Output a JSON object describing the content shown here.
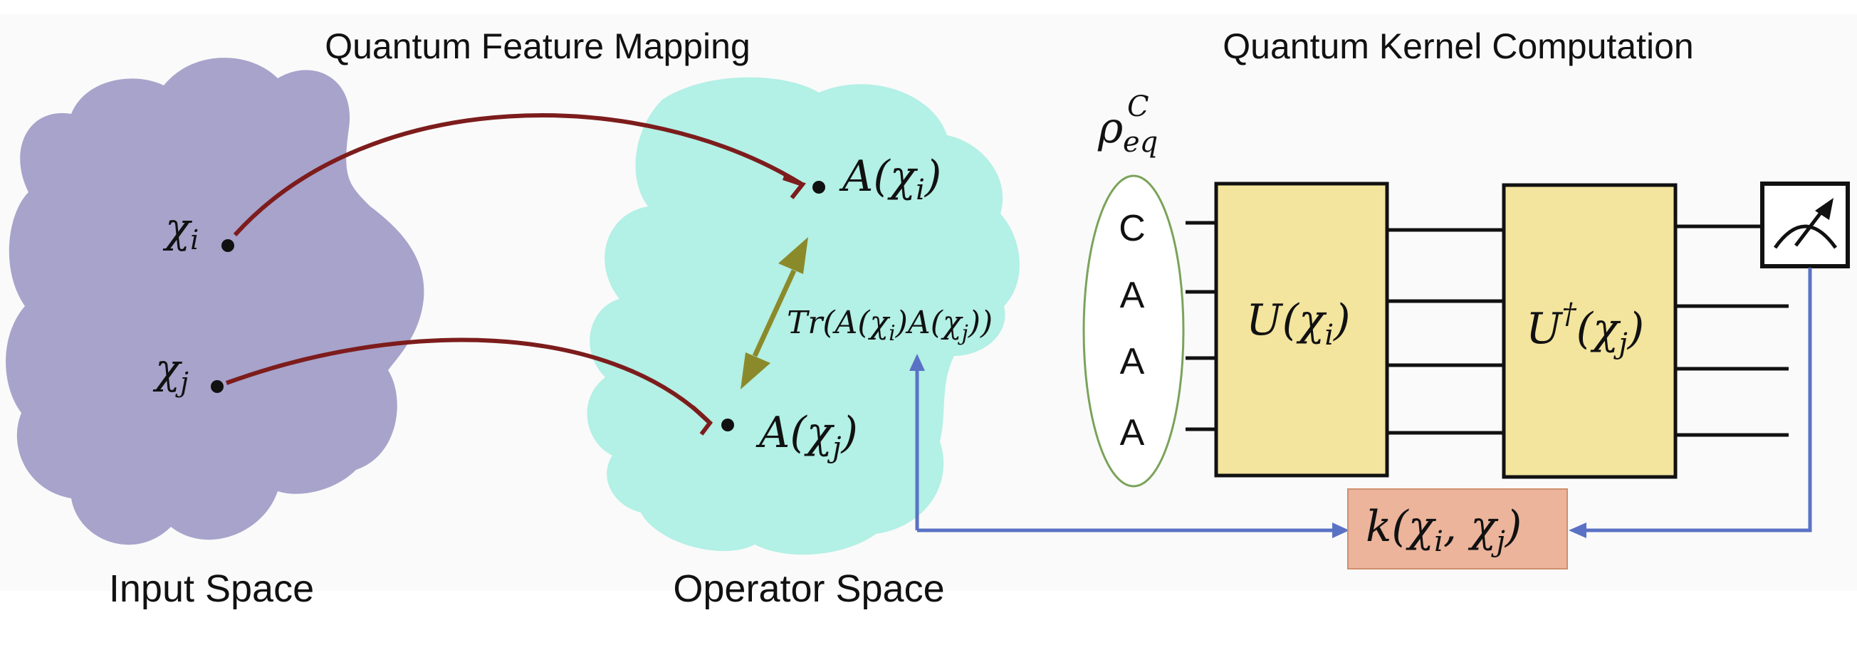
{
  "titles": {
    "feature_mapping": "Quantum Feature Mapping",
    "kernel_computation": "Quantum Kernel Computation"
  },
  "spaces": {
    "input": "Input Space",
    "operator": "Operator Space"
  },
  "input_points": {
    "xi": "χ",
    "xi_sub": "i",
    "xj": "χ",
    "xj_sub": "j"
  },
  "operator_points": {
    "a_xi": "A(χ",
    "a_xi_sub": "i",
    "a_xi_close": ")",
    "a_xj": "A(χ",
    "a_xj_sub": "j",
    "a_xj_close": ")"
  },
  "trace": {
    "part1": "Tr(A(χ",
    "sub1": "i",
    "part2": ")A(χ",
    "sub2": "j",
    "part3": "))"
  },
  "state": {
    "rho": "ρ",
    "sup": "C",
    "sub": "eq",
    "qubits": [
      "C",
      "A",
      "A",
      "A"
    ]
  },
  "gates": {
    "u": "U(χ",
    "u_sub": "i",
    "u_close": ")",
    "udag": "U",
    "udag_sup": "†",
    "udag_mid": "(χ",
    "udag_sub": "j",
    "udag_close": ")"
  },
  "kernel": {
    "part1": "k(χ",
    "sub1": "i",
    "part2": ", χ",
    "sub2": "j",
    "part3": ")"
  },
  "colors": {
    "input_space": "#a7a3cb",
    "operator_space": "#b3f0e5",
    "red_arrow": "#7d1c1c",
    "olive_arrow": "#8b8a2a",
    "blue_arrow": "#5a72c4",
    "gate_fill": "#f3e49e",
    "kernel_fill": "#ebb49b",
    "ellipse_stroke": "#7aa35a"
  },
  "icons": {
    "measurement": "meter-icon"
  }
}
